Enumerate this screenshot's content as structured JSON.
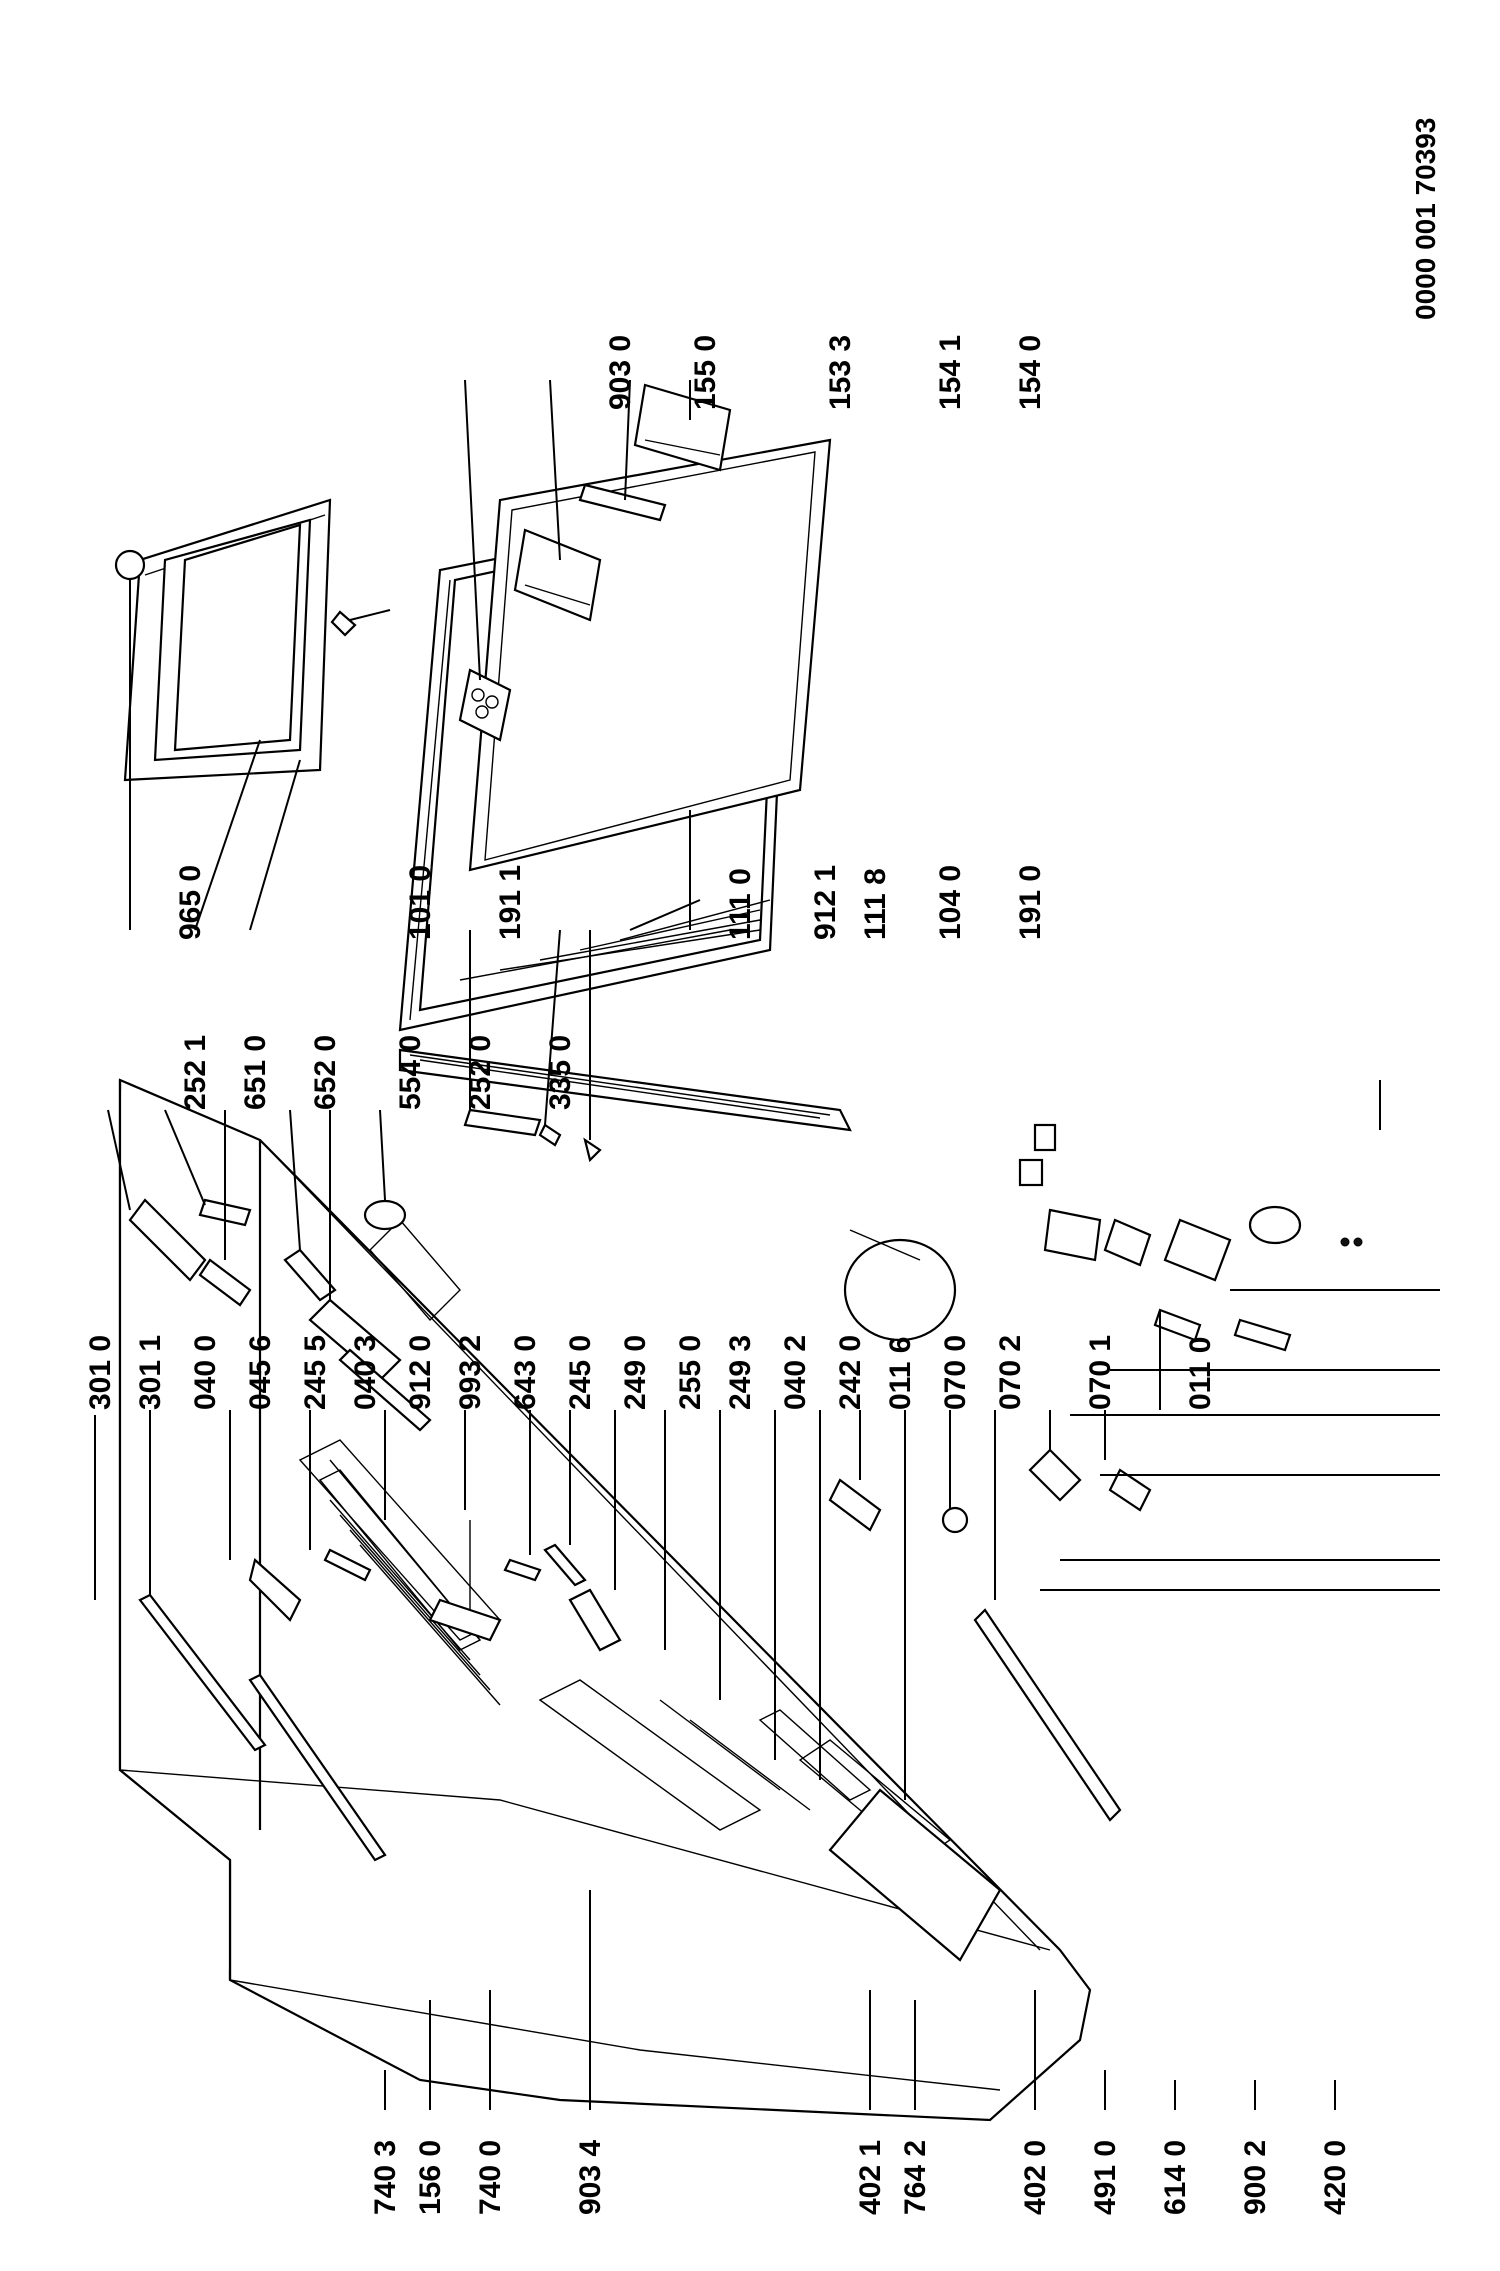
{
  "document_number": "0000 001 70393",
  "labels": {
    "l3010": "301 0",
    "l3011": "301 1",
    "l0400": "040 0",
    "l0456": "045 6",
    "l2455": "245 5",
    "l0403": "040 3",
    "l9120": "912 0",
    "l9932": "993 2",
    "l6430": "643 0",
    "l2450": "245 0",
    "l2490": "249 0",
    "l2550": "255 0",
    "l2493": "249 3",
    "l0402": "040 2",
    "l2420": "242 0",
    "l0116": "011 6",
    "l0700": "070 0",
    "l0702": "070 2",
    "l0701": "070 1",
    "l0110": "011 0",
    "l2521": "252 1",
    "l6510": "651 0",
    "l6520": "652 0",
    "l5540": "554 0",
    "l2520": "252 0",
    "l3350": "335 0",
    "l9650": "965 0",
    "l1010": "101 0",
    "l1911": "191 1",
    "l1110": "111 0",
    "l9121": "912 1",
    "l1118": "111 8",
    "l1040": "104 0",
    "l1910": "191 0",
    "l9030": "903 0",
    "l1550": "155 0",
    "l1533": "153 3",
    "l1541": "154 1",
    "l1540": "154 0",
    "l7403": "740 3",
    "l1560": "156 0",
    "l7400": "740 0",
    "l9034": "903 4",
    "l4021": "402 1",
    "l7642": "764 2",
    "l4020": "402 0",
    "l4910": "491 0",
    "l6140": "614 0",
    "l9002": "900 2",
    "l4200": "420 0"
  }
}
